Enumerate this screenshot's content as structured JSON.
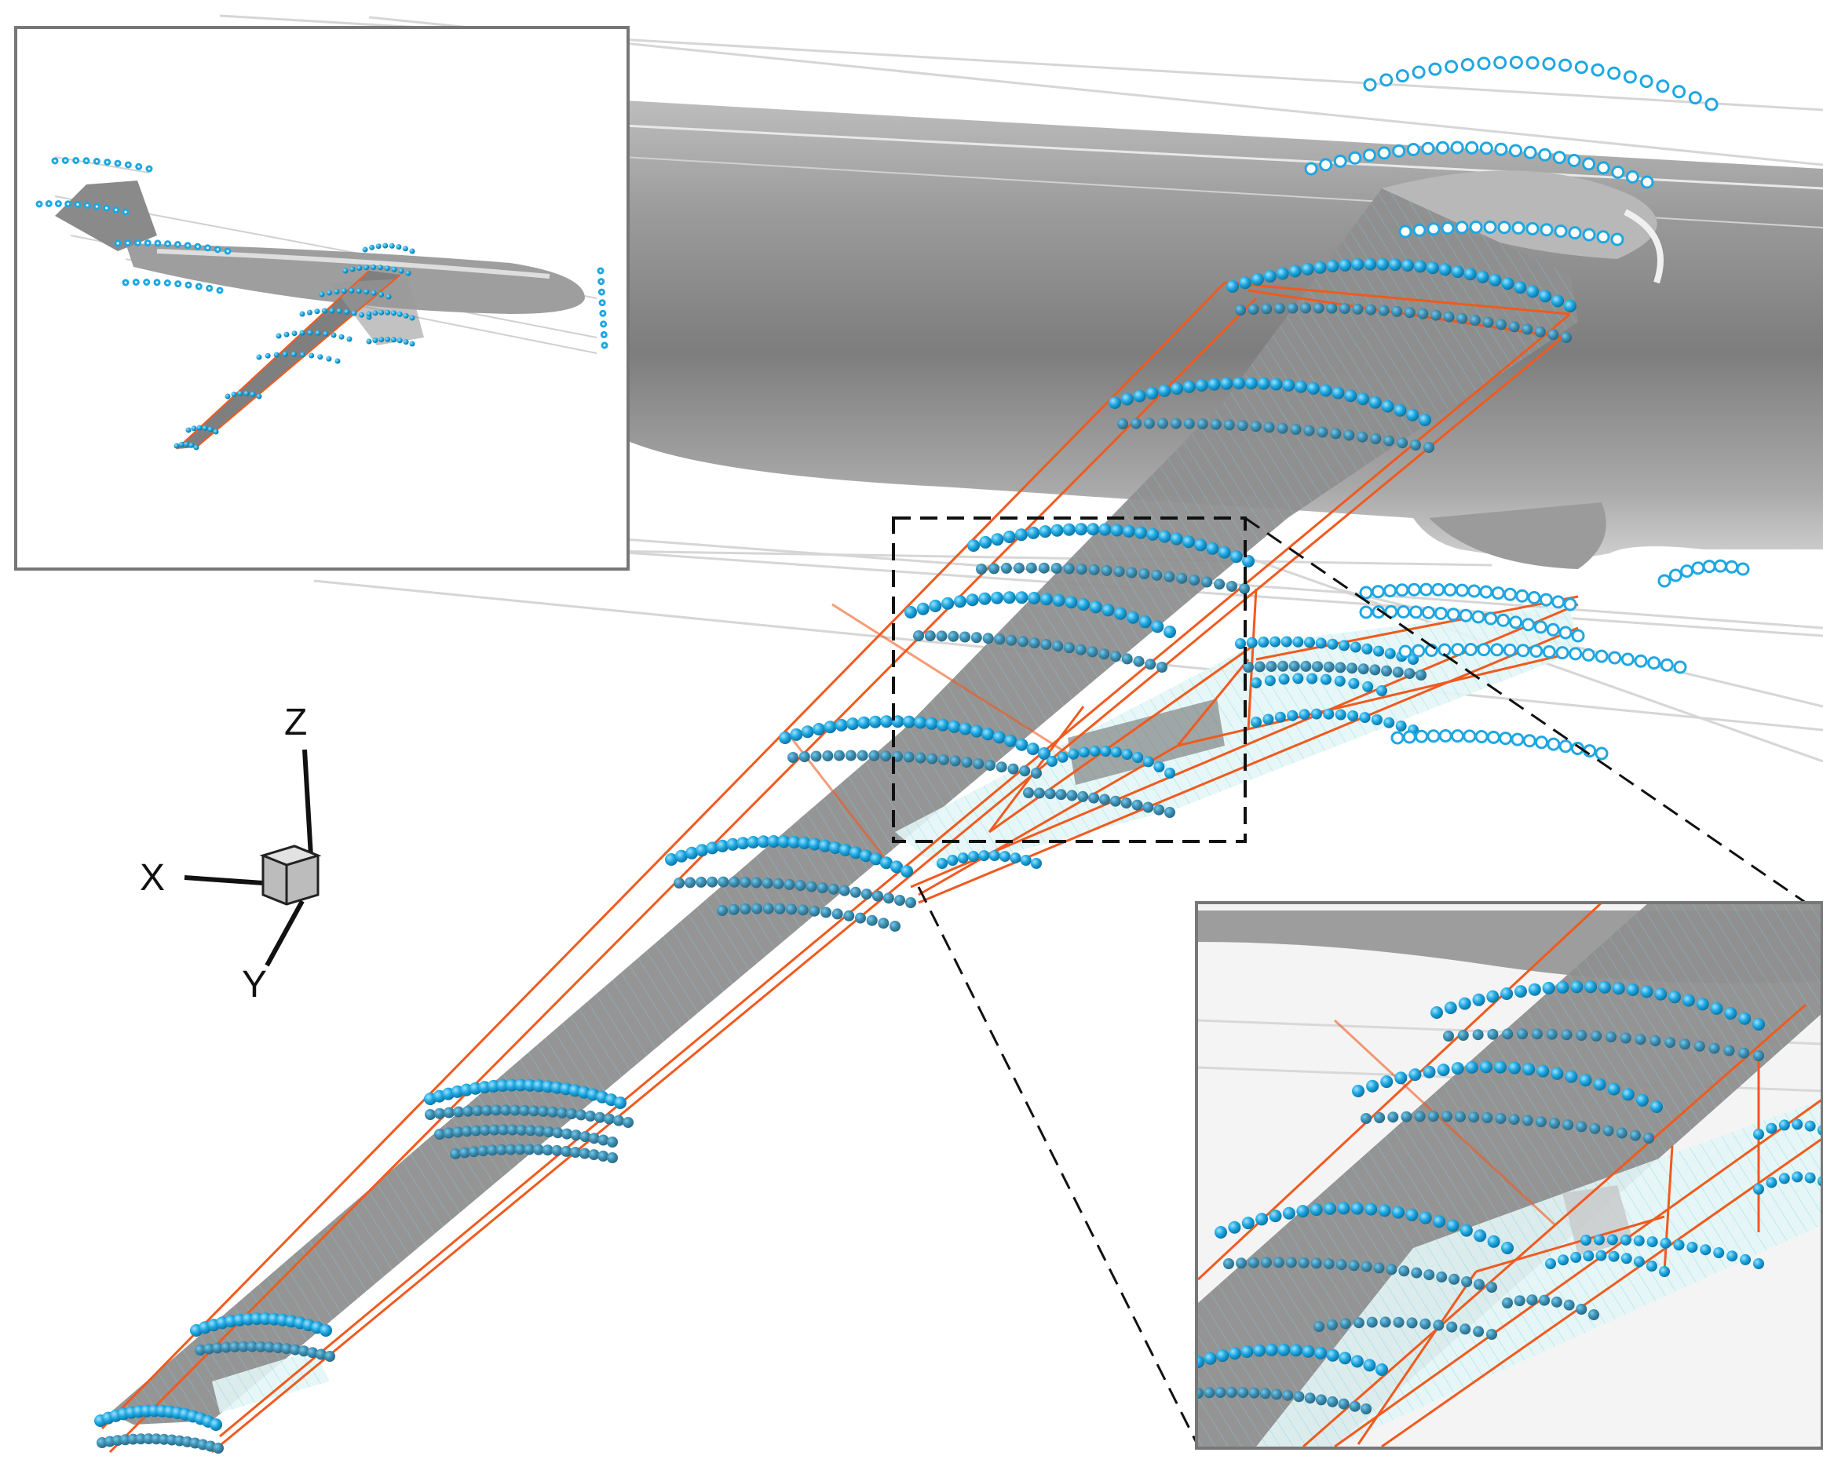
{
  "axes_triad": {
    "x_label": "X",
    "y_label": "Y",
    "z_label": "Z"
  },
  "colors": {
    "surface_gray": "#8a8a8a",
    "control_point_blue": "#1ea7e1",
    "lattice_orange": "#f05a1e",
    "guide_line_gray": "#d6d6d6",
    "zoom_box_dashed": "#111111"
  },
  "views": {
    "overview_inset": "full-aircraft-with-control-points",
    "main_view": "wing-root-to-tip-ffd-lattice",
    "zoom_inset": "magnified-flap-region"
  }
}
